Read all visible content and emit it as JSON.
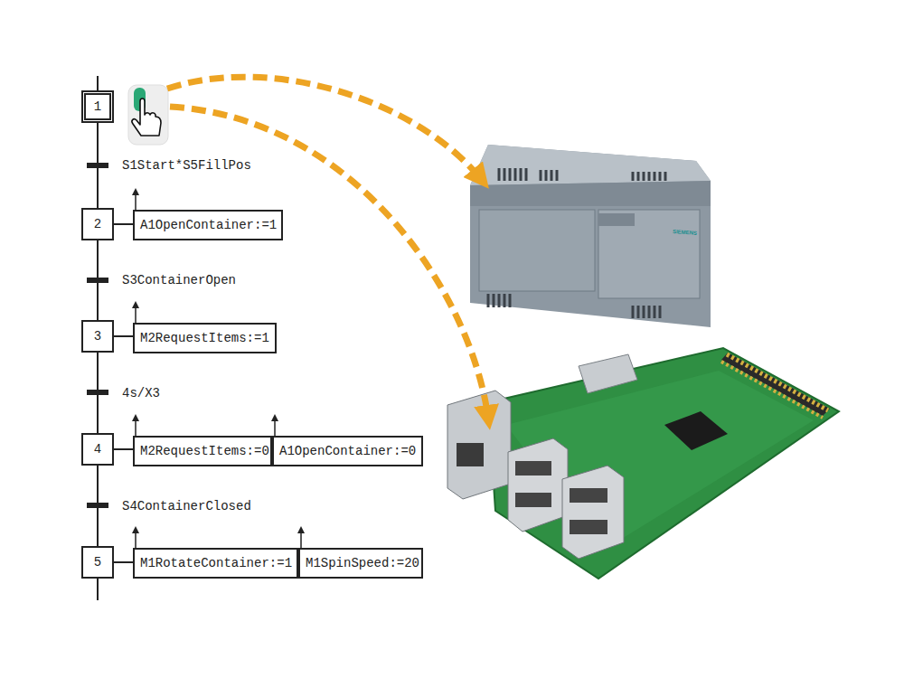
{
  "diagram": {
    "nodes": [
      {
        "text": [
          "1"
        ]
      },
      {
        "text": [
          "2"
        ]
      },
      {
        "text": [
          "A1OpenContainer:=1"
        ]
      },
      {
        "text": [
          "3"
        ]
      },
      {
        "text": [
          "M2RequestItems:=1"
        ]
      },
      {
        "text": [
          "4"
        ]
      },
      {
        "text": [
          "M2RequestItems:=0"
        ]
      },
      {
        "text": [
          "A1OpenContainer:=0"
        ]
      },
      {
        "text": [
          "5"
        ]
      },
      {
        "text": [
          "M1RotateContainer:=1"
        ]
      },
      {
        "text": [
          "M1SpinSpeed:=20"
        ]
      }
    ],
    "edges": [
      {
        "from": 0,
        "to": 1,
        "label": "S1Start*S5FillPos",
        "arrow": "none"
      },
      {
        "from": 1,
        "to": 2,
        "arrow": "none"
      },
      {
        "from": 1,
        "to": 3,
        "label": "S3ContainerOpen",
        "arrow": "none"
      },
      {
        "from": 3,
        "to": 4,
        "arrow": "none"
      },
      {
        "from": 3,
        "to": 5,
        "label": "4s/X3",
        "arrow": "none"
      },
      {
        "from": 5,
        "to": 6,
        "arrow": "none"
      },
      {
        "from": 5,
        "to": 8,
        "label": "S4ContainerClosed",
        "arrow": "none"
      },
      {
        "from": 8,
        "to": 9,
        "arrow": "none"
      }
    ],
    "labels": [
      "SIEMENS"
    ]
  }
}
